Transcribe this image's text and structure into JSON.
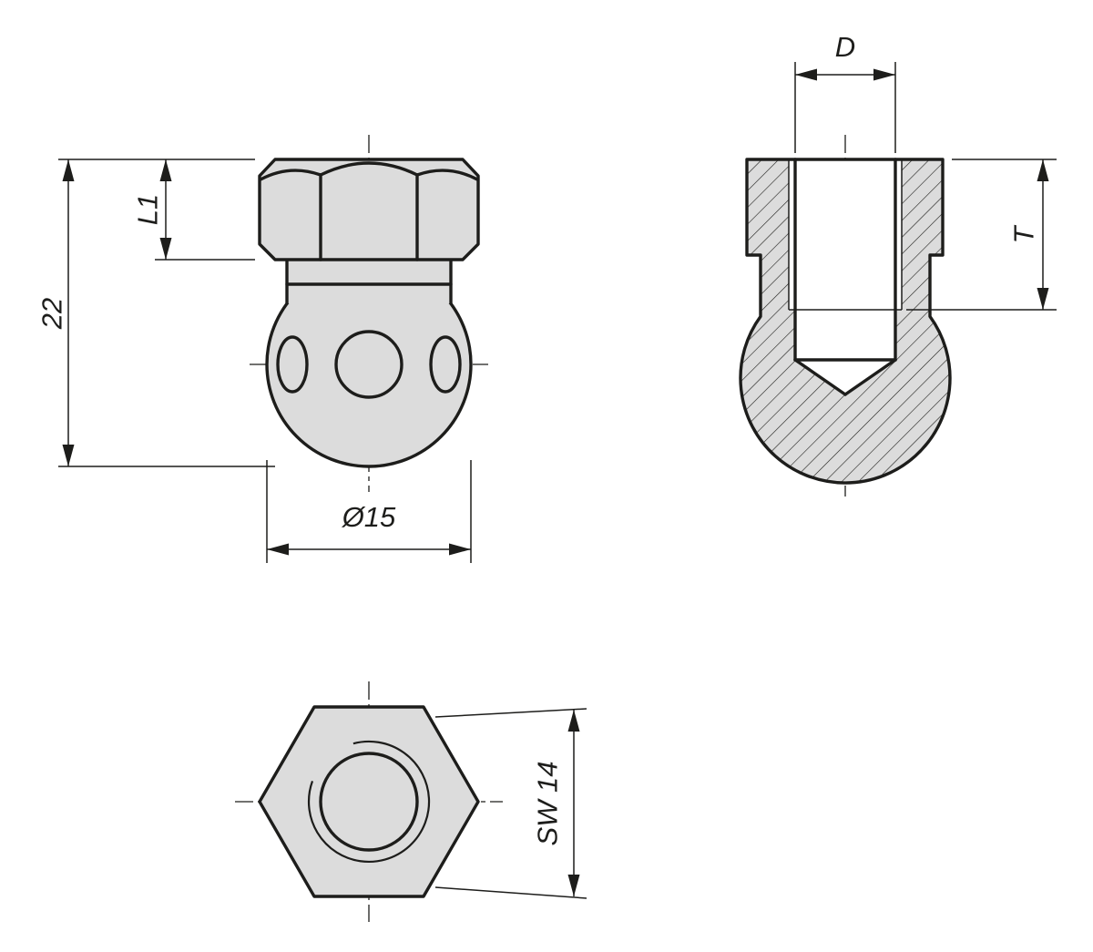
{
  "page": {
    "background": "#ffffff"
  },
  "drawing": {
    "line_color": "#1d1d1b",
    "fill_color": "#dcdcdc",
    "front_view": {
      "dim_total_height": "22",
      "dim_head_length": "L1",
      "dim_ball_diameter": "Ø15"
    },
    "section_view": {
      "dim_thread_diameter": "D",
      "dim_thread_depth": "T"
    },
    "bottom_view": {
      "dim_wrench_size": "SW 14"
    }
  }
}
